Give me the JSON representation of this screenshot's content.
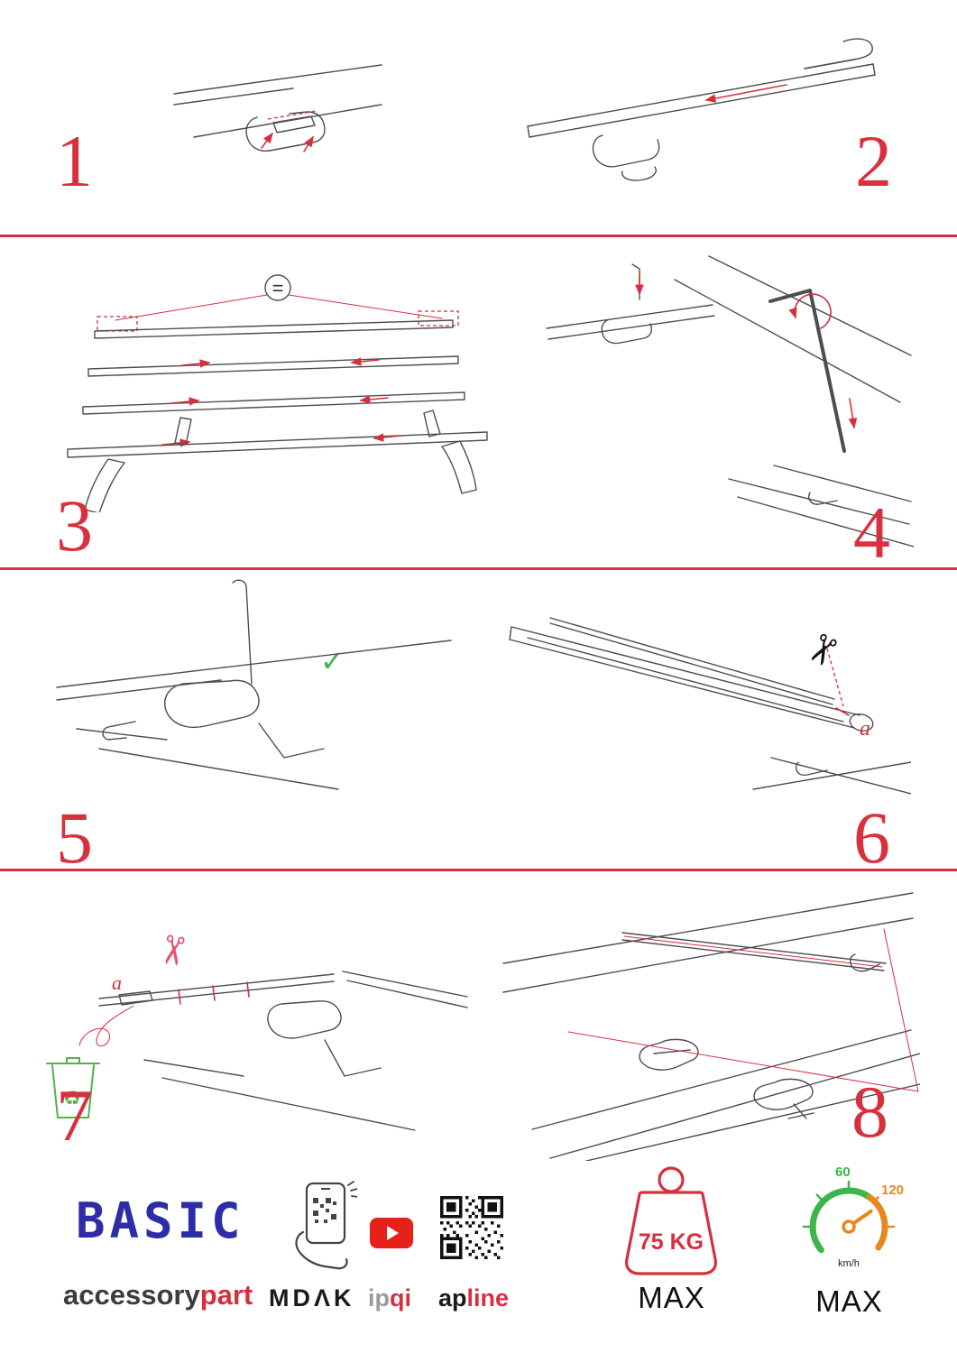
{
  "steps": [
    {
      "num": "1"
    },
    {
      "num": "2"
    },
    {
      "num": "3"
    },
    {
      "num": "4"
    },
    {
      "num": "5"
    },
    {
      "num": "6"
    },
    {
      "num": "7"
    },
    {
      "num": "8"
    }
  ],
  "annotations": {
    "equal_spacing": "=",
    "check": "✓",
    "cut_label_6": "a",
    "cut_label_7": "a",
    "scissors": "✂",
    "recycle": "♻"
  },
  "footer": {
    "series_name": "BASIC",
    "brand_part1": "accessory",
    "brand_part2": "part",
    "logo_mdak": "MDΛK",
    "logo_ipqi_1": "ip",
    "logo_ipqi_2": "qi",
    "logo_apline_1": "ap",
    "logo_apline_2": "line",
    "max_load": "75 KG",
    "max_load_label": "MAX",
    "speed_green": "60",
    "speed_orange": "120",
    "speed_unit": "km/h",
    "speed_label": "MAX"
  },
  "colors": {
    "accent_red": "#d62f3e",
    "line_gray": "#4d4d4d",
    "brand_blue": "#2d2da8",
    "green": "#3cb54a",
    "orange": "#e8871e"
  }
}
